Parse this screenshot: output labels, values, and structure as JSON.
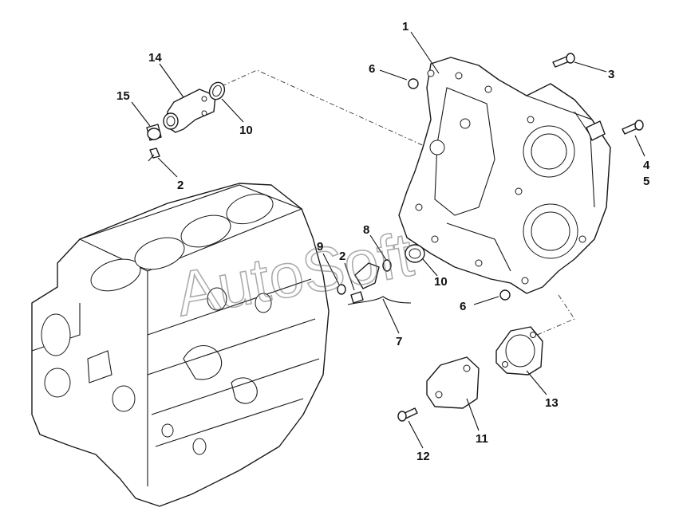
{
  "watermark": "AutoSoft",
  "callouts": {
    "c1": "1",
    "c2a": "2",
    "c2b": "2",
    "c3": "3",
    "c4": "4",
    "c5": "5",
    "c6a": "6",
    "c6b": "6",
    "c7": "7",
    "c8": "8",
    "c9": "9",
    "c10a": "10",
    "c10b": "10",
    "c11": "11",
    "c12": "12",
    "c13": "13",
    "c14": "14",
    "c15": "15"
  }
}
